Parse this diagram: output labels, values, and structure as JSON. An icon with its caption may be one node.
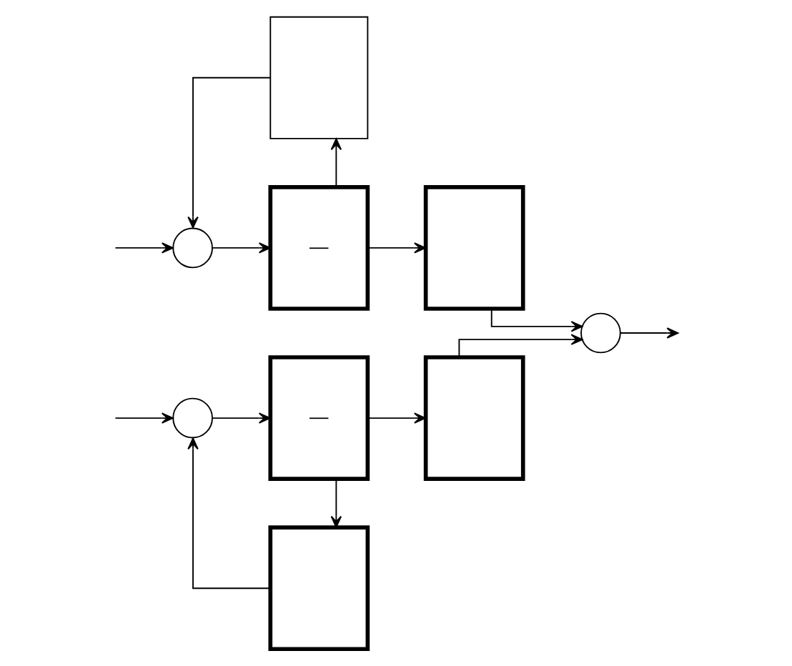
{
  "diagram": {
    "nodes": [
      {
        "text": [],
        "shape": "box"
      },
      {
        "text": [],
        "shape": "circle"
      },
      {
        "text": [
          "—"
        ]
      },
      {
        "text": [],
        "shape": "box"
      },
      {
        "text": [],
        "shape": "circle"
      },
      {
        "text": [],
        "shape": "circle"
      },
      {
        "text": [
          "—"
        ]
      },
      {
        "text": [],
        "shape": "box"
      },
      {
        "text": [],
        "shape": "box"
      }
    ],
    "edges": [
      {
        "from": null,
        "to": 1,
        "arrow": "to"
      },
      {
        "from": null,
        "to": 5,
        "arrow": "to"
      },
      {
        "from": 0,
        "to": 1,
        "arrow": "to"
      },
      {
        "from": 1,
        "to": 2,
        "arrow": "to"
      },
      {
        "from": 2,
        "to": 3,
        "arrow": "to"
      },
      {
        "from": 2,
        "to": 0,
        "arrow": "to"
      },
      {
        "from": 3,
        "to": 4,
        "arrow": "to"
      },
      {
        "from": 4,
        "to": null,
        "arrow": "to"
      },
      {
        "from": 5,
        "to": 6,
        "arrow": "to"
      },
      {
        "from": 6,
        "to": 7,
        "arrow": "to"
      },
      {
        "from": 6,
        "to": 8,
        "arrow": "to"
      },
      {
        "from": 8,
        "to": 5,
        "arrow": "to"
      },
      {
        "from": 7,
        "to": 4,
        "arrow": "to"
      }
    ]
  }
}
